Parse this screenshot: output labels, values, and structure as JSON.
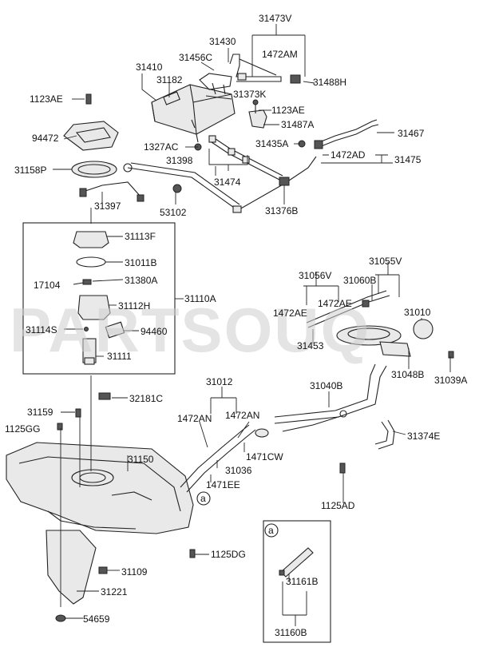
{
  "watermark": "PARTSOUQ",
  "inset_marker": "a",
  "labels": {
    "l31473V": "31473V",
    "l31430": "31430",
    "l1472AM": "1472AM",
    "l31410": "31410",
    "l31456C": "31456C",
    "l31182": "31182",
    "l31488H": "31488H",
    "l1123AE_top": "1123AE",
    "l31373K": "31373K",
    "l1123AE_mid": "1123AE",
    "l94472": "94472",
    "l31487A": "31487A",
    "l31467": "31467",
    "l1327AC": "1327AC",
    "l31435A": "31435A",
    "l1472AD": "1472AD",
    "l31475": "31475",
    "l31398": "31398",
    "l31158P": "31158P",
    "l31474": "31474",
    "l31397": "31397",
    "l53102": "53102",
    "l31376B": "31376B",
    "l31113F": "31113F",
    "l31011B": "31011B",
    "l31055V": "31055V",
    "l31056V": "31056V",
    "l31060B": "31060B",
    "l17104": "17104",
    "l31380A": "31380A",
    "l1472AE_a": "1472AE",
    "l1472AE_b": "1472AE",
    "l31112H": "31112H",
    "l31110A": "31110A",
    "l31010": "31010",
    "l31114S": "31114S",
    "l94460": "94460",
    "l31453": "31453",
    "l31111": "31111",
    "l31048B": "31048B",
    "l31039A": "31039A",
    "l31012": "31012",
    "l32181C": "32181C",
    "l31040B": "31040B",
    "l31159": "31159",
    "l1472AN_a": "1472AN",
    "l1472AN_b": "1472AN",
    "l1125GG": "1125GG",
    "l31374E": "31374E",
    "l1471CW": "1471CW",
    "l31150": "31150",
    "l31036": "31036",
    "l1471EE": "1471EE",
    "l1125AD": "1125AD",
    "l1125DG": "1125DG",
    "l31109": "31109",
    "l31161B": "31161B",
    "l31221": "31221",
    "l54659": "54659",
    "l31160B": "31160B"
  }
}
